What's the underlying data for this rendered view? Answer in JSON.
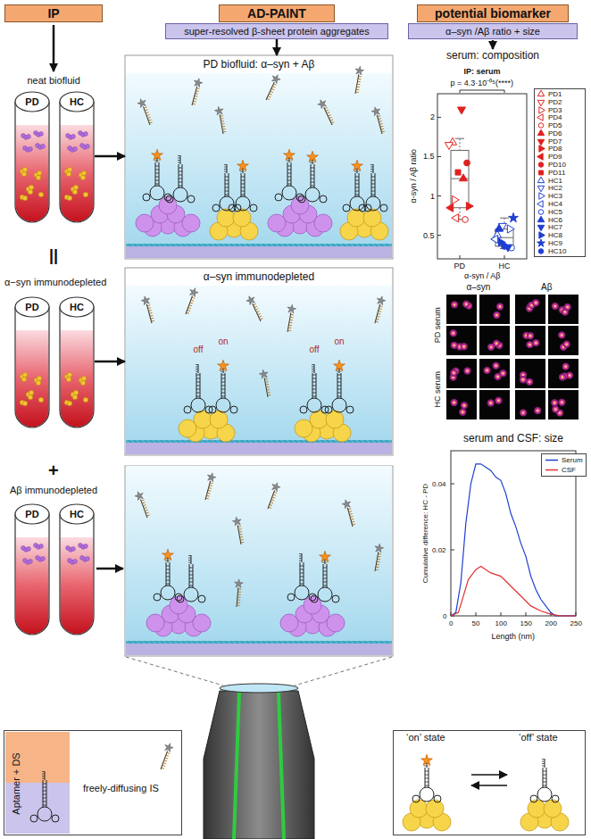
{
  "diagram": {
    "nodes": [
      {
        "text": [
          "IP"
        ]
      },
      {
        "text": [
          "AD-PAINT"
        ]
      },
      {
        "text": [
          "super-resolved β-sheet protein aggregates"
        ]
      },
      {
        "text": [
          "potential biomarker"
        ]
      },
      {
        "text": [
          "α–syn /Aβ ratio + size"
        ]
      },
      {
        "text": [
          "PD"
        ]
      },
      {
        "text": [
          "HC"
        ]
      },
      {
        "text": [
          "PD"
        ]
      },
      {
        "text": [
          "HC"
        ]
      },
      {
        "text": [
          "PD"
        ]
      },
      {
        "text": [
          "HC"
        ]
      },
      {
        "text": [
          "PD biofluid: α–syn + Aβ"
        ]
      },
      {
        "text": [
          "α–syn immunodepleted"
        ]
      },
      {
        "text": [
          "Aptamer + DS",
          "freely-diffusing IS"
        ]
      },
      {
        "text": [
          "‘on’ state",
          "‘off’ state"
        ]
      }
    ],
    "edges": [
      {
        "from": 2,
        "to": 11,
        "arrow": "to"
      },
      {
        "from": 6,
        "to": 11,
        "arrow": "to"
      },
      {
        "from": 8,
        "to": 12,
        "arrow": "to"
      }
    ],
    "labels": [
      "neat biofluid",
      "||",
      "α−syn immunodepleted",
      "+",
      "Aβ immunodepleted",
      "off",
      "on",
      "off",
      "on",
      "serum: composition",
      "IP: serum",
      "p = 4.3·10⁻⁰⁵(****)",
      "α-syn / Aβ ratio",
      "2",
      "1.5",
      "1",
      "0.5",
      "PD",
      "HC",
      "α-syn / Aβ",
      "α–syn",
      "Aβ",
      "PD serum",
      "HC serum",
      "serum and CSF: size",
      "Cumulative difference: HC - PD",
      "Length (nm)",
      "0",
      "0.02",
      "0.04",
      "0",
      "50",
      "100",
      "150",
      "200",
      "250"
    ],
    "legend": [
      {
        "text": "PD1"
      },
      {
        "text": "PD2"
      },
      {
        "text": "PD3"
      },
      {
        "text": "PD4"
      },
      {
        "text": "PD5"
      },
      {
        "text": "PD6"
      },
      {
        "text": "PD7"
      },
      {
        "text": "PD8"
      },
      {
        "text": "PD9"
      },
      {
        "text": "PD10"
      },
      {
        "text": "PD11"
      },
      {
        "text": "HC1"
      },
      {
        "text": "HC2"
      },
      {
        "text": "HC3"
      },
      {
        "text": "HC4"
      },
      {
        "text": "HC5"
      },
      {
        "text": "HC6"
      },
      {
        "text": "HC7"
      },
      {
        "text": "HC8"
      },
      {
        "text": "HC9"
      },
      {
        "text": "HC10"
      },
      {
        "text": "Serum"
      },
      {
        "text": "CSF"
      }
    ]
  }
}
